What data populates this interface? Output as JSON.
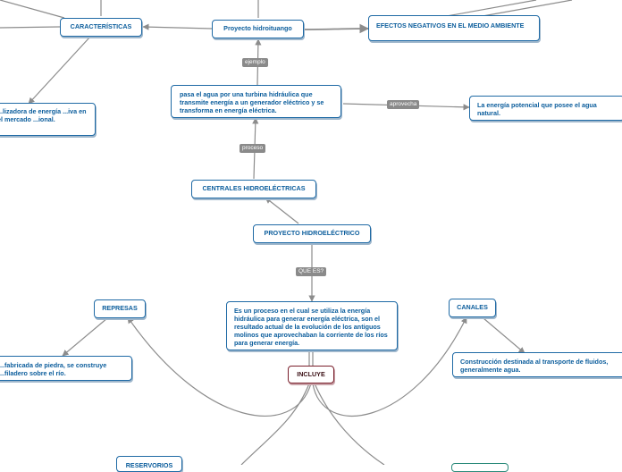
{
  "nodes": {
    "caracteristicas": "CARACTERÍSTICAS",
    "proyecto": "Proyecto hidroituango",
    "efectos": "EFECTOS NEGATIVOS EN EL MEDIO AMBIENTE",
    "caract_detail": "...lizadora de energía ...iva en el mercado ...ional.",
    "pasa": "pasa el agua por una turbina hidráulica que transmite energía a un generador eléctrico y se transforma en energía eléctrica.",
    "energia_potencial": "La energía potencial que posee el agua natural.",
    "centrales": "CENTRALES HIDROELÉCTRICAS",
    "proyecto_hidro": "PROYECTO HIDROELÉCTRICO",
    "definicion": "Es un proceso en el cual se utiliza la energía hidráulica para generar energía eléctrica, son el resultado actual de la evolución de los antiguos molinos que aprovechaban la corriente de los ríos para generar energía.",
    "represas": "REPRESAS",
    "represas_detail": "...fabricada de piedra, se construye ...filadero sobre el río.",
    "canales": "CANALES",
    "canales_detail": "Construcción destinada al transporte de fluidos, generalmente agua.",
    "incluye": "INCLUYE",
    "reservorios": "RESERVORIOS"
  },
  "labels": {
    "ejemplo": "ejemplo",
    "aprovecha": "aprovecha",
    "proceso": "proceso",
    "que_es": "QUE ES?"
  },
  "colors": {
    "node_border": "#1f6aa5",
    "node_text": "#0b5d9c",
    "root_border": "#7a1f2b",
    "link": "#8c8c8c",
    "label_bg": "#8a8a8a"
  }
}
